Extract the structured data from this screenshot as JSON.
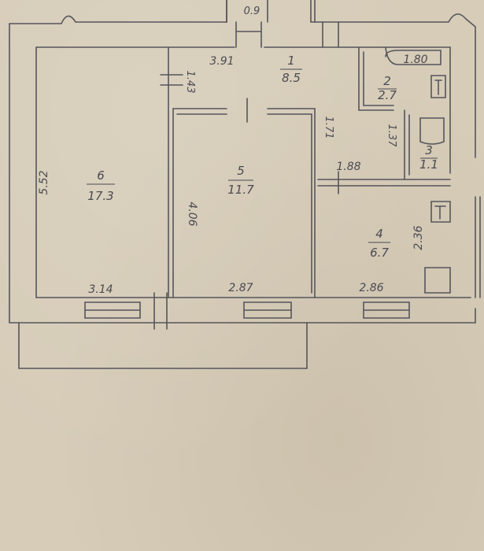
{
  "rooms": [
    {
      "id": "1",
      "number": "1",
      "area": "8.5"
    },
    {
      "id": "2",
      "number": "2",
      "area": "2.7"
    },
    {
      "id": "3",
      "number": "3",
      "area": "1.1"
    },
    {
      "id": "4",
      "number": "4",
      "area": "6.7"
    },
    {
      "id": "5",
      "number": "5",
      "area": "11.7"
    },
    {
      "id": "6",
      "number": "6",
      "area": "17.3"
    }
  ],
  "dimensions": {
    "top_stair": "0.9",
    "hall_length": "3.91",
    "hall_partition": "1.43",
    "bath_width": "1.80",
    "hall_right_vertical": "1.71",
    "wc_height": "1.37",
    "kitchen_top": "1.88",
    "room6_height": "5.52",
    "room5_height": "4.06",
    "kitchen_height": "2.36",
    "room6_width": "3.14",
    "room5_width": "2.87",
    "kitchen_width": "2.86"
  },
  "colors": {
    "paper": "#d6ccb8",
    "ink": "#4a4a52",
    "wall": "#55555c"
  }
}
